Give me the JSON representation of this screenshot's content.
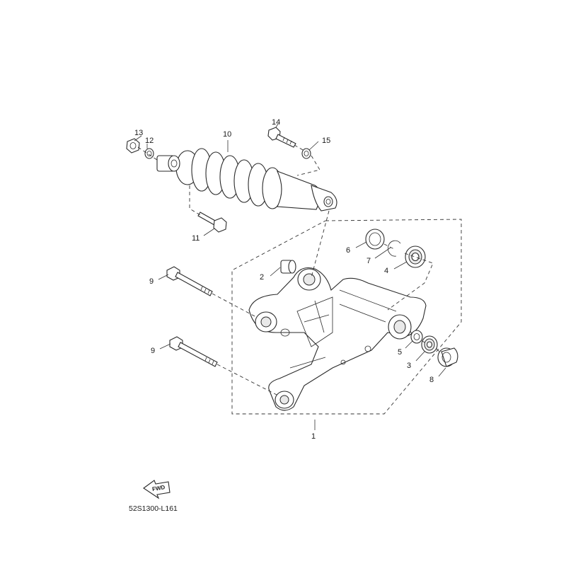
{
  "diagram": {
    "callouts": [
      "1",
      "2",
      "3",
      "4",
      "5",
      "6",
      "7",
      "8",
      "9",
      "9",
      "10",
      "11",
      "12",
      "13",
      "14",
      "15"
    ],
    "fwd_label": "FWD",
    "code": "52S1300-L161"
  }
}
